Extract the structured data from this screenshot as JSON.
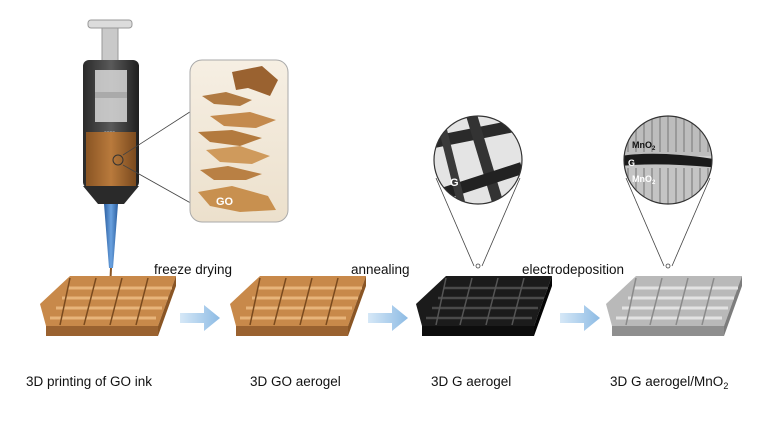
{
  "steps": [
    {
      "label": "3D printing of GO ink"
    },
    {
      "label": "3D GO aerogel"
    },
    {
      "label": "3D G aerogel"
    },
    {
      "label_main": "3D G aerogel/MnO",
      "label_sub": "2"
    }
  ],
  "processes": [
    {
      "label": "freeze drying"
    },
    {
      "label": "annealing"
    },
    {
      "label": "electrodeposition"
    }
  ],
  "insets": {
    "go_sheet_label": "GO",
    "graphene_label": "G",
    "mno2_top_main": "MnO",
    "mno2_top_sub": "2",
    "g_mid_label": "G",
    "mno2_bot_main": "MnO",
    "mno2_bot_sub": "2"
  },
  "colors": {
    "go_brown": "#c8894a",
    "go_dark": "#8a5524",
    "graphene_black": "#1b1b1b",
    "mno2_gray": "#b9b9b9",
    "arrow_blue": "#9ec5e8",
    "nozzle_blue": "#3a78c2"
  }
}
